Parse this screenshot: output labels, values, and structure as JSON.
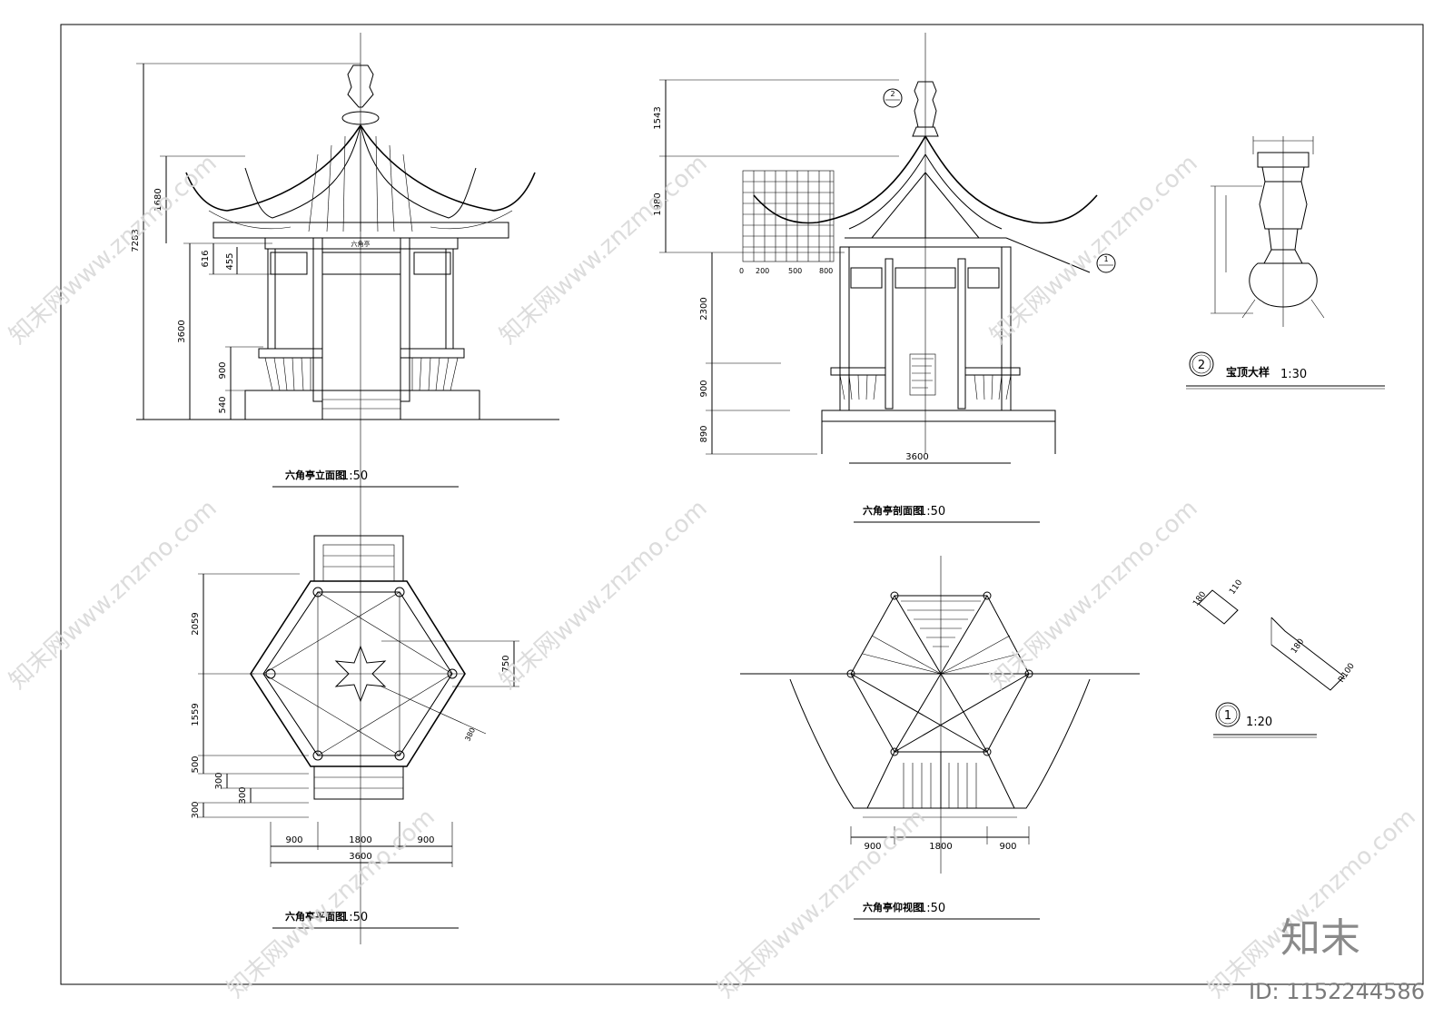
{
  "drawings": {
    "front_elevation": {
      "caption": "六角亭立面图",
      "scale": "1:50",
      "plaque": "六角亭",
      "dims_left": [
        "7283",
        "1680",
        "616",
        "455",
        "3600",
        "900",
        "540"
      ]
    },
    "section": {
      "caption": "六角亭剖面图",
      "scale": "1:50",
      "dims_left": [
        "1543",
        "1980",
        "2300",
        "900",
        "890"
      ],
      "dim_bottom": "3600",
      "grid_scale": [
        "0",
        "200",
        "500",
        "800"
      ],
      "callouts": [
        "2",
        "1"
      ]
    },
    "plan": {
      "caption": "六角亭平面图",
      "scale": "1:50",
      "dims_left": [
        "2059",
        "1559",
        "500",
        "300",
        "300",
        "300"
      ],
      "dims_bottom": [
        "900",
        "1800",
        "900"
      ],
      "dim_total": "3600",
      "dim_right": "750",
      "dim_diag": "380"
    },
    "roof_plan": {
      "caption": "六角亭仰视图",
      "scale": "1:50",
      "dims_bottom": [
        "900",
        "1800",
        "900"
      ]
    },
    "detail_finial": {
      "number": "2",
      "caption": "宝顶大样",
      "scale": "1:30"
    },
    "detail_1": {
      "number": "1",
      "scale": "1:20",
      "dims": [
        "180",
        "110",
        "180",
        "R100"
      ]
    }
  },
  "watermark": {
    "repeat_text": "知末网www.znzmo.com",
    "brand": "知末",
    "id_label": "ID: 1152244586"
  }
}
